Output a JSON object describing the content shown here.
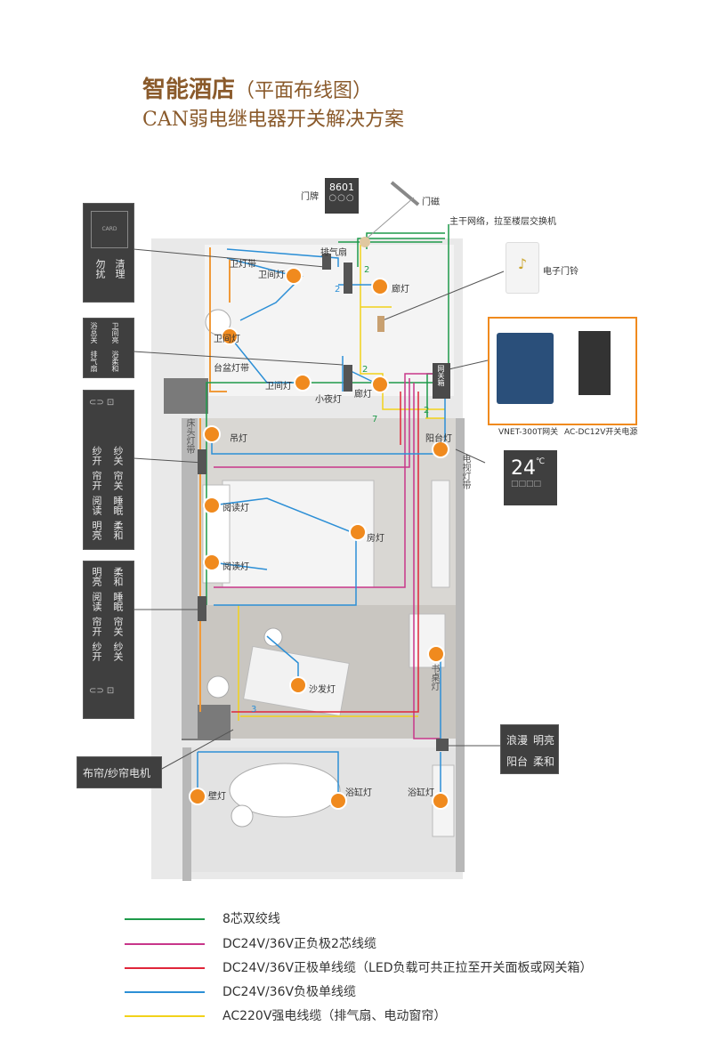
{
  "header": {
    "title_bold": "智能酒店",
    "title_paren": "（平面布线图）",
    "subtitle": "CAN弱电继电器开关解决方案"
  },
  "devices": {
    "doorplate_number": "8601",
    "doorplate_label": "门牌",
    "door_sensor_label": "门磁",
    "backbone_label": "主干网络，拉至楼层交换机",
    "doorbell_label": "电子门铃",
    "gateway_label": "VNET-300T网关",
    "power_label": "AC-DC12V开关电源",
    "thermostat_temp": "24",
    "thermostat_unit": "℃",
    "gateway_box_label": "网关箱",
    "exhaust_label": "排气扇",
    "curtain_motor_label": "布帘/纱帘电机"
  },
  "panels": {
    "card_panel": {
      "card": "CARD"
    },
    "dnd_panel": {
      "left": "勿扰",
      "right": "清理"
    },
    "bath_panel": {
      "items": [
        "浴总关",
        "排气扇",
        "卫间亮",
        "浴柔和"
      ]
    },
    "bed_left_panel": {
      "rows": [
        [
          "纱开",
          "纱关"
        ],
        [
          "帘开",
          "帘关"
        ],
        [
          "阅读",
          "睡眠"
        ],
        [
          "明亮",
          "柔和"
        ]
      ]
    },
    "bed_right_panel": {
      "rows": [
        [
          "明亮",
          "柔和"
        ],
        [
          "阅读",
          "睡眠"
        ],
        [
          "帘开",
          "帘关"
        ],
        [
          "纱开",
          "纱关"
        ]
      ]
    },
    "bath2_panel": {
      "rows": [
        [
          "浪漫",
          "明亮"
        ],
        [
          "阳台",
          "柔和"
        ]
      ]
    }
  },
  "lights": [
    {
      "name": "卫间灯"
    },
    {
      "name": "廊灯"
    },
    {
      "name": "卫间灯"
    },
    {
      "name": "卫间灯"
    },
    {
      "name": "廊灯"
    },
    {
      "name": "吊灯"
    },
    {
      "name": "阳台灯"
    },
    {
      "name": "阅读灯"
    },
    {
      "name": "房灯"
    },
    {
      "name": "阅读灯"
    },
    {
      "name": "沙发灯"
    },
    {
      "name": "书桌灯"
    },
    {
      "name": "壁灯"
    },
    {
      "name": "浴缸灯"
    },
    {
      "name": "浴缸灯"
    }
  ],
  "strip_labels": {
    "wc_strip": "卫灯带",
    "basin_strip": "台盆灯带",
    "bedhead_strip": "床头灯带",
    "tv_strip": "电视灯带",
    "night_light": "小夜灯"
  },
  "wire_numbers": [
    "2",
    "2",
    "2",
    "2",
    "7",
    "3"
  ],
  "legend": [
    {
      "label": "8芯双绞线",
      "color": "#1e9a4a"
    },
    {
      "label": "DC24V/36V正负极2芯线缆",
      "color": "#c8368a"
    },
    {
      "label": "DC24V/36V正极单线缆（LED负载可共正拉至开关面板或网关箱）",
      "color": "#e0263a"
    },
    {
      "label": "DC24V/36V负极单线缆",
      "color": "#2c8fd6"
    },
    {
      "label": "AC220V强电线缆（排气扇、电动窗帘）",
      "color": "#f2d21a"
    }
  ]
}
